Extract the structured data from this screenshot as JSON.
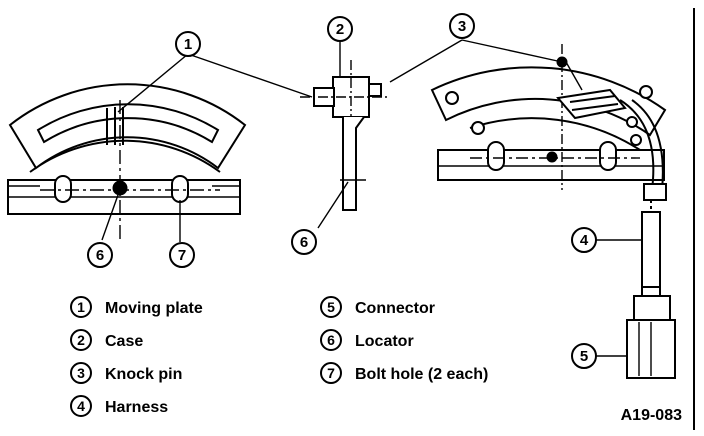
{
  "figure_code": "A19-083",
  "callouts": {
    "c1": "1",
    "c2": "2",
    "c3": "3",
    "c4": "4",
    "c5": "5",
    "c6_left": "6",
    "c7": "7",
    "c6_mid": "6"
  },
  "legend": [
    {
      "num": "1",
      "label": "Moving plate"
    },
    {
      "num": "2",
      "label": "Case"
    },
    {
      "num": "3",
      "label": "Knock pin"
    },
    {
      "num": "4",
      "label": "Harness"
    },
    {
      "num": "5",
      "label": "Connector"
    },
    {
      "num": "6",
      "label": "Locator"
    },
    {
      "num": "7",
      "label": "Bolt hole (2 each)"
    }
  ]
}
